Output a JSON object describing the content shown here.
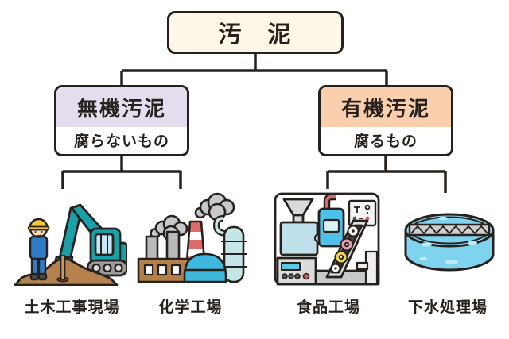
{
  "diagram": {
    "root": {
      "label": "汚　泥"
    },
    "branches": [
      {
        "id": "inorganic",
        "title": "無機汚泥",
        "subtitle": "腐らないもの",
        "header_fill": "#e3ddee",
        "children": [
          {
            "caption": "土木工事現場",
            "icon": "excavator-construction-illustration"
          },
          {
            "caption": "化学工場",
            "icon": "chemical-factory-illustration"
          }
        ]
      },
      {
        "id": "organic",
        "title": "有機汚泥",
        "subtitle": "腐るもの",
        "header_fill": "#f9cfae",
        "children": [
          {
            "caption": "食品工場",
            "icon": "food-factory-illustration"
          },
          {
            "caption": "下水処理場",
            "icon": "sewage-treatment-illustration"
          }
        ]
      }
    ],
    "palette": {
      "outline": "#27211e",
      "root_fill": "#fcf7e6",
      "inorganic_fill": "#e3ddee",
      "organic_fill": "#f9cfae",
      "excavator_teal": "#1aa0a8",
      "dirt_brown": "#b5814e",
      "worker_blue": "#2f7bc8",
      "helmet_yellow": "#f5c83c",
      "smoke_gray": "#c9c9c9",
      "chimney_red": "#df6a6c",
      "building_brown": "#b3804c",
      "dome_blue": "#3fb8dd",
      "tank_blue": "#4fc0e8",
      "water_blue": "#7fd3ee",
      "donut_pink": "#e89bb0",
      "donut_yellow": "#f2d24b"
    }
  }
}
